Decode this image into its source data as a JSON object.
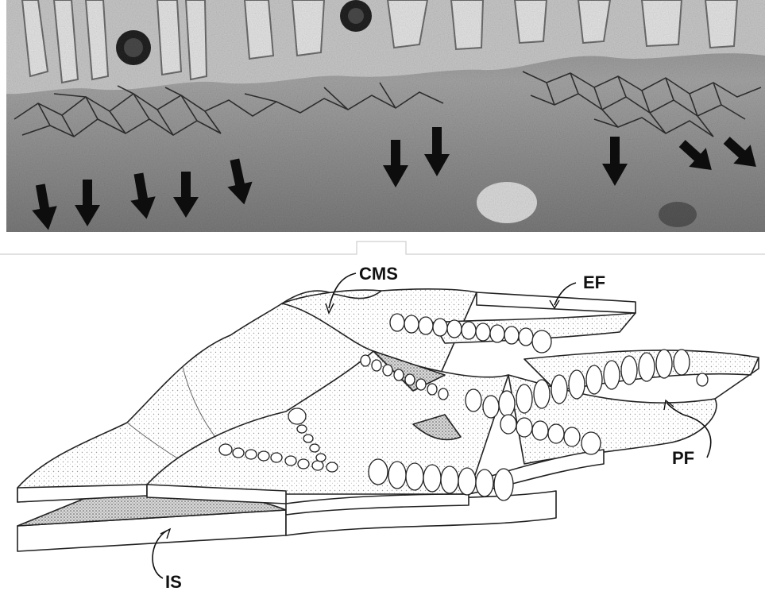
{
  "labels": {
    "cms": "CMS",
    "ef": "EF",
    "pf": "PF",
    "is": "IS"
  }
}
